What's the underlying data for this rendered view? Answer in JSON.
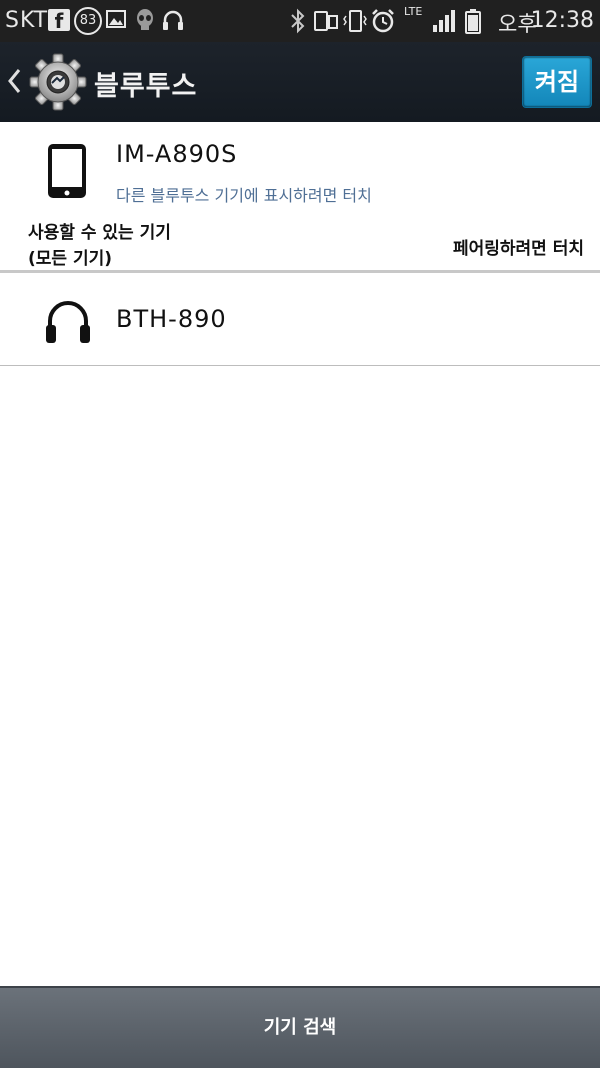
{
  "status_bar": {
    "carrier": "SKT",
    "facebook_letter": "f",
    "notification_count": "83",
    "ampm": "오후",
    "time": "12:38",
    "network": "LTE",
    "icons": [
      "facebook-icon",
      "image-icon",
      "alien-icon",
      "headphone-icon",
      "bluetooth-icon",
      "phone-sync-icon",
      "vibrate-icon",
      "alarm-icon",
      "lte-icon",
      "signal-icon",
      "battery-icon"
    ]
  },
  "action_bar": {
    "title": "블루투스",
    "toggle_label": "켜짐",
    "toggle_color": "#1f9ad0"
  },
  "my_device": {
    "name": "IM-A890S",
    "subtitle": "다른 블루투스 기기에 표시하려면 터치"
  },
  "available": {
    "label_line1": "사용할 수 있는 기기",
    "label_line2": "(모든 기기)",
    "hint": "페어링하려면 터치"
  },
  "devices": [
    {
      "name": "BTH-890",
      "icon": "headphone-icon"
    }
  ],
  "bottom_bar": {
    "scan_label": "기기 검색"
  }
}
